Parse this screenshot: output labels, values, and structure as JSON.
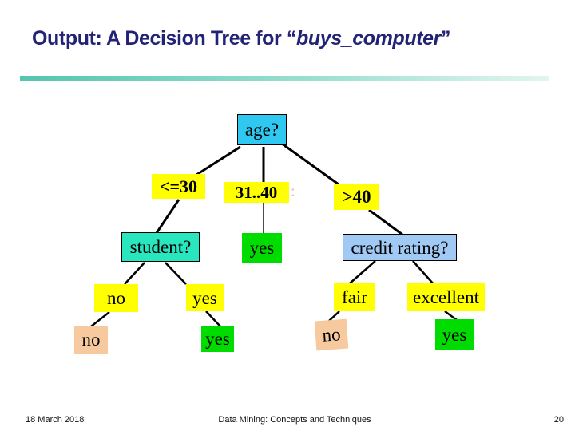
{
  "header": {
    "title_prefix": "Output: A Decision Tree for “",
    "title_term": "buys_computer",
    "title_suffix": "”"
  },
  "tree": {
    "root_label": "age?",
    "age_branches": [
      "<=30",
      "31..40",
      ">40"
    ],
    "le30_child": "student?",
    "mid_child": "yes",
    "gt40_child": "credit rating?",
    "student_branches": [
      "no",
      "yes"
    ],
    "student_leaves": [
      "no",
      "yes"
    ],
    "credit_branches": [
      "fair",
      "excellent"
    ],
    "credit_leaves": [
      "no",
      "yes"
    ],
    "stray_mark": ":"
  },
  "footer": {
    "date": "18 March 2018",
    "center": "Data Mining: Concepts and Techniques",
    "page_number": "20"
  },
  "colors": {
    "title_text": "#232375",
    "divider_start": "#54c5af",
    "divider_end": "#e2f5f0",
    "root_node": "#2ec8f0",
    "student_node": "#2ae6be",
    "credit_node": "#a0c9f4",
    "branch_label": "#ffff00",
    "leaf_yes": "#00db00",
    "leaf_no": "#f6ca9e",
    "edge": "#000000"
  }
}
